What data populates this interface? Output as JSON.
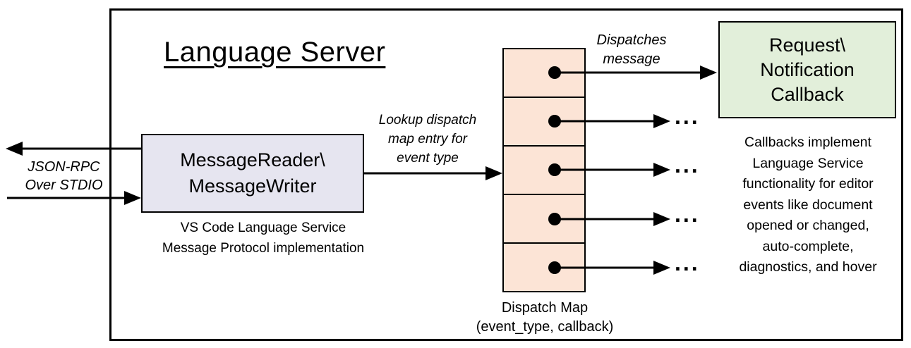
{
  "diagram": {
    "title": "Language Server",
    "stdio_label": "JSON-RPC\nOver STDIO",
    "message_box_label": "MessageReader\\\nMessageWriter",
    "message_box_caption": "VS Code Language Service\nMessage Protocol implementation",
    "lookup_arrow_label": "Lookup dispatch\nmap entry for\nevent type",
    "dispatch_arrow_label": "Dispatches\nmessage",
    "callback_box_label": "Request\\\nNotification\nCallback",
    "dispatch_map_caption": "Dispatch Map\n(event_type, callback)",
    "callbacks_note": "Callbacks implement\nLanguage Service\nfunctionality for editor\nevents like document\nopened or changed,\nauto-complete,\ndiagnostics, and hover",
    "ellipsis": "...",
    "colors": {
      "message_box_fill": "#e6e5f0",
      "dispatch_map_fill": "#fce4d6",
      "callback_box_fill": "#e2efda",
      "border": "#000000",
      "background": "#ffffff"
    }
  }
}
